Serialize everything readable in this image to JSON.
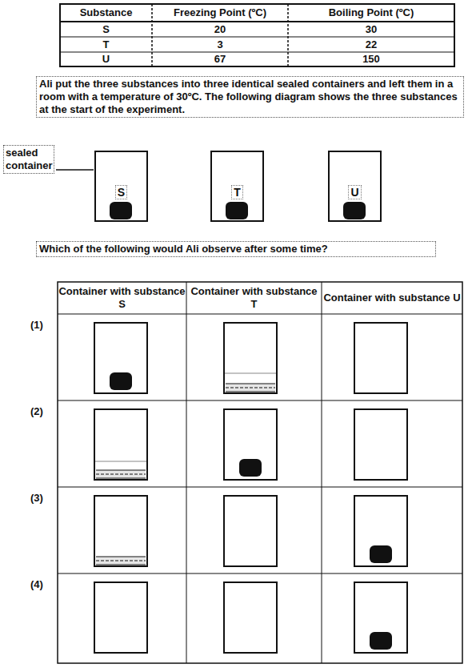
{
  "diagram": {
    "nodes": [
      {
        "text": [
          "S"
        ]
      },
      {
        "text": [
          "T"
        ]
      },
      {
        "text": [
          "U"
        ]
      }
    ],
    "labels": [
      "Substance",
      "Freezing Point (ºC)",
      "Boiling Point (ºC)",
      "S",
      "20",
      "30",
      "T",
      "3",
      "22",
      "U",
      "67",
      "150",
      "Ali put the three substances into three identical sealed containers and left them in a room with a temperature of 30ºC. The following diagram shows the three substances at the start of the experiment.",
      "sealed container",
      "Which of the following would Ali observe after some time?",
      "Container with substance S",
      "Container with substance T",
      "Container with substance U",
      "(1)",
      "(2)",
      "(3)",
      "(4)"
    ]
  }
}
